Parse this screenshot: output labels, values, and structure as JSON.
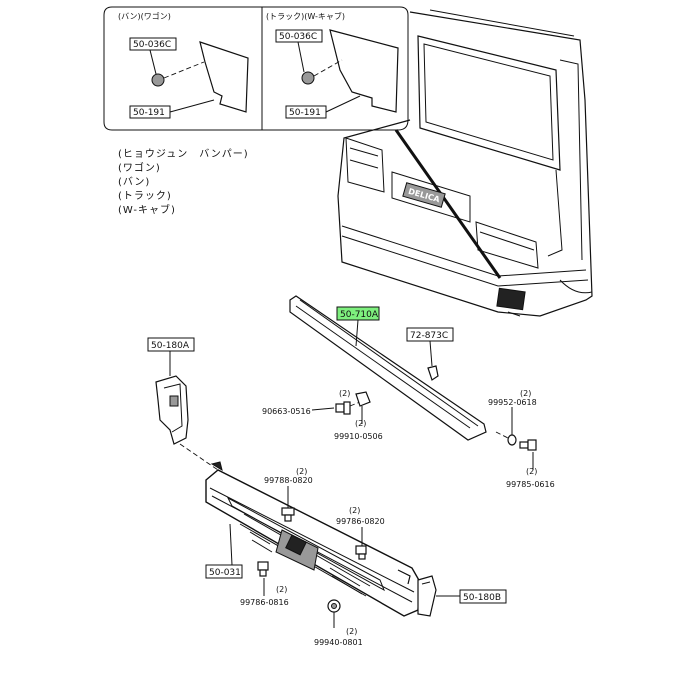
{
  "inset": {
    "left_variant": "(バン)(ワゴン)",
    "right_variant": "(トラック)(W-キャブ)",
    "left_part_top": "50-036C",
    "left_part_bottom": "50-191",
    "right_part_top": "50-036C",
    "right_part_bottom": "50-191"
  },
  "notes": {
    "line1": "(ヒョウジュン　バンパー)",
    "line2": "(ワゴン)",
    "line3": "(バン)",
    "line4": "(トラック)",
    "line5": "(W-キャブ)"
  },
  "parts": {
    "bumper_trim": "50-710A",
    "clip": "72-873C",
    "bracket_left": "50-180A",
    "bracket_right": "50-180B",
    "bumper_body": "50-031",
    "screw_90663": "90663-0516",
    "nut_99910": "99910-0506",
    "washer_99952": "99952-0618",
    "bolt_99785": "99785-0616",
    "bolt_99788": "99788-0820",
    "bolt_99786a": "99786-0820",
    "bolt_99786b": "99786-0816",
    "nut_99940": "99940-0801"
  },
  "quantities": {
    "q_90663": "(2)",
    "q_99910": "(2)",
    "q_99952": "(2)",
    "q_99785": "(2)",
    "q_99788": "(2)",
    "q_99786a": "(2)",
    "q_99786b": "(2)",
    "q_99940": "(2)"
  },
  "emblem": "DELICA",
  "colors": {
    "highlight": "#7ef07e",
    "line": "#111111"
  }
}
